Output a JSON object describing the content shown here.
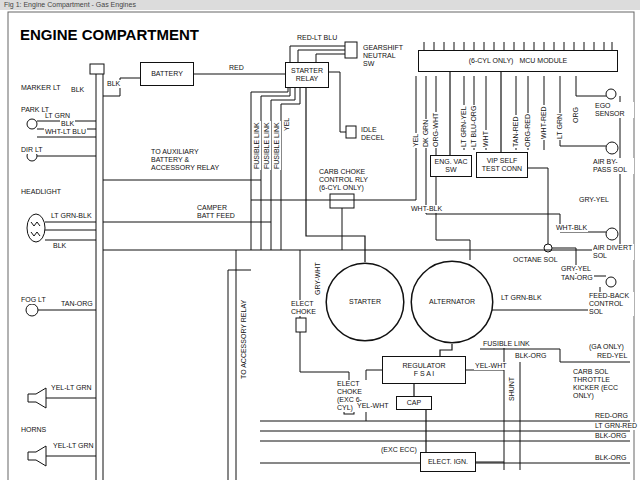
{
  "diagram": {
    "title": "ENGINE COMPARTMENT",
    "caption": "Fig 1: Engine Compartment - Gas Engines",
    "nodes": [
      {
        "text": [
          "BATTERY"
        ]
      },
      {
        "text": [
          "STARTER RELAY"
        ]
      },
      {
        "text": [
          "(6-CYL ONLY)",
          "MCU MODULE"
        ]
      },
      {
        "text": [
          "ENG. VAC SW"
        ]
      },
      {
        "text": [
          "VIP SELF TEST CONN"
        ]
      },
      {
        "text": [
          "STARTER"
        ]
      },
      {
        "text": [
          "ALTERNATOR"
        ]
      },
      {
        "text": [
          "REGULATOR",
          "F S A I"
        ]
      },
      {
        "text": [
          "CAP"
        ]
      },
      {
        "text": [
          "ELECT. IGN."
        ]
      }
    ],
    "edges": [
      {
        "from": 0,
        "to": 1,
        "arrow": "none"
      },
      {
        "from": 1,
        "to": 5,
        "arrow": "none"
      },
      {
        "from": 6,
        "to": 7,
        "arrow": "none"
      },
      {
        "from": 2,
        "to": 3,
        "arrow": "none"
      },
      {
        "from": 2,
        "to": 4,
        "arrow": "none"
      },
      {
        "from": 7,
        "to": 8,
        "arrow": "none"
      },
      {
        "from": 8,
        "to": 9,
        "arrow": "none"
      }
    ],
    "labels": [
      "MARKER LT",
      "BLK",
      "PARK LT",
      "LT GRN",
      "BLK",
      "WHT-LT BLU",
      "DIR LT",
      "HEADLIGHT",
      "LT GRN-BLK",
      "BLK",
      "FOG LT",
      "TAN-ORG",
      "YEL-LT GRN",
      "HORNS",
      "YEL-LT GRN",
      "BLK",
      "RED",
      "RED-LT BLU",
      "GEARSHIFT NEUTRAL SW",
      "FUSIBLE LINK",
      "FUSIBLE LINK",
      "FUSIBLE LINK",
      "YEL",
      "IDLE DECEL",
      "CARB CHOKE CONTROL RLY (6-CYL ONLY)",
      "TO AUXILIARY BATTERY & ACCESSORY RELAY",
      "CAMPER BATT FEED",
      "TO ACCESSORY RELAY",
      "GRY-WHT",
      "ELECT CHOKE",
      "ELECT CHOKE (EXC 6-CYL)",
      "YEL",
      "DK GRN",
      "ORG-WHT",
      "LT GRN-YEL",
      "LT BLU-ORG",
      "WHT",
      "TAN-RED",
      "ORG-RED",
      "WHT-RED",
      "LT GRN",
      "ORG",
      "EGO SENSOR",
      "AIR BY-PASS SOL",
      "GRY-YEL",
      "WHT-BLK",
      "AIR DIVERT SOL",
      "WHT-BLK",
      "OCTANE SOL",
      "GRY-YEL",
      "TAN-ORG",
      "FEED-BACK CONTROL SOL",
      "LT GRN-BLK",
      "FUSIBLE LINK",
      "BLK-ORG",
      "(GA ONLY)",
      "RED-YEL",
      "YEL-WHT",
      "CARB SOL THROTTLE KICKER (ECC ONLY)",
      "SHUNT",
      "YEL-WHT",
      "RED-ORG",
      "LT GRN-RED",
      "BLK-ORG",
      "(EXC ECC)",
      "BLK-ORG"
    ]
  }
}
